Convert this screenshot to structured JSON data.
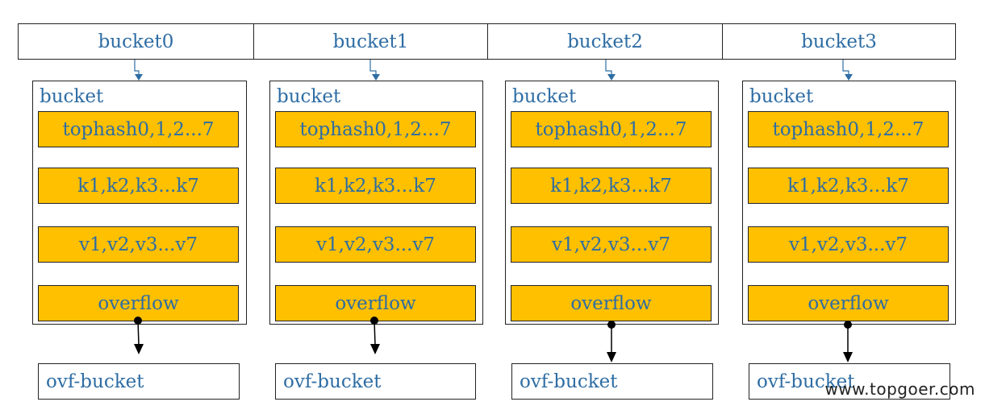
{
  "headers": [
    "bucket0",
    "bucket1",
    "bucket2",
    "bucket3"
  ],
  "buckets": [
    {
      "title": "bucket",
      "fields": [
        "tophash0,1,2...7",
        "k1,k2,k3...k7",
        "v1,v2,v3...v7",
        "overflow"
      ],
      "overflow_target": "ovf-bucket"
    },
    {
      "title": "bucket",
      "fields": [
        "tophash0,1,2...7",
        "k1,k2,k3...k7",
        "v1,v2,v3...v7",
        "overflow"
      ],
      "overflow_target": "ovf-bucket"
    },
    {
      "title": "bucket",
      "fields": [
        "tophash0,1,2...7",
        "k1,k2,k3...k7",
        "v1,v2,v3...v7",
        "overflow"
      ],
      "overflow_target": "ovf-bucket"
    },
    {
      "title": "bucket",
      "fields": [
        "tophash0,1,2...7",
        "k1,k2,k3...k7",
        "v1,v2,v3...v7",
        "overflow"
      ],
      "overflow_target": "ovf-bucket"
    }
  ],
  "watermark": "www.topgoer.com",
  "colors": {
    "field_fill": "#ffc000",
    "text": "#2e6da4",
    "header_arrow": "#2e6da4",
    "line": "#222222"
  }
}
